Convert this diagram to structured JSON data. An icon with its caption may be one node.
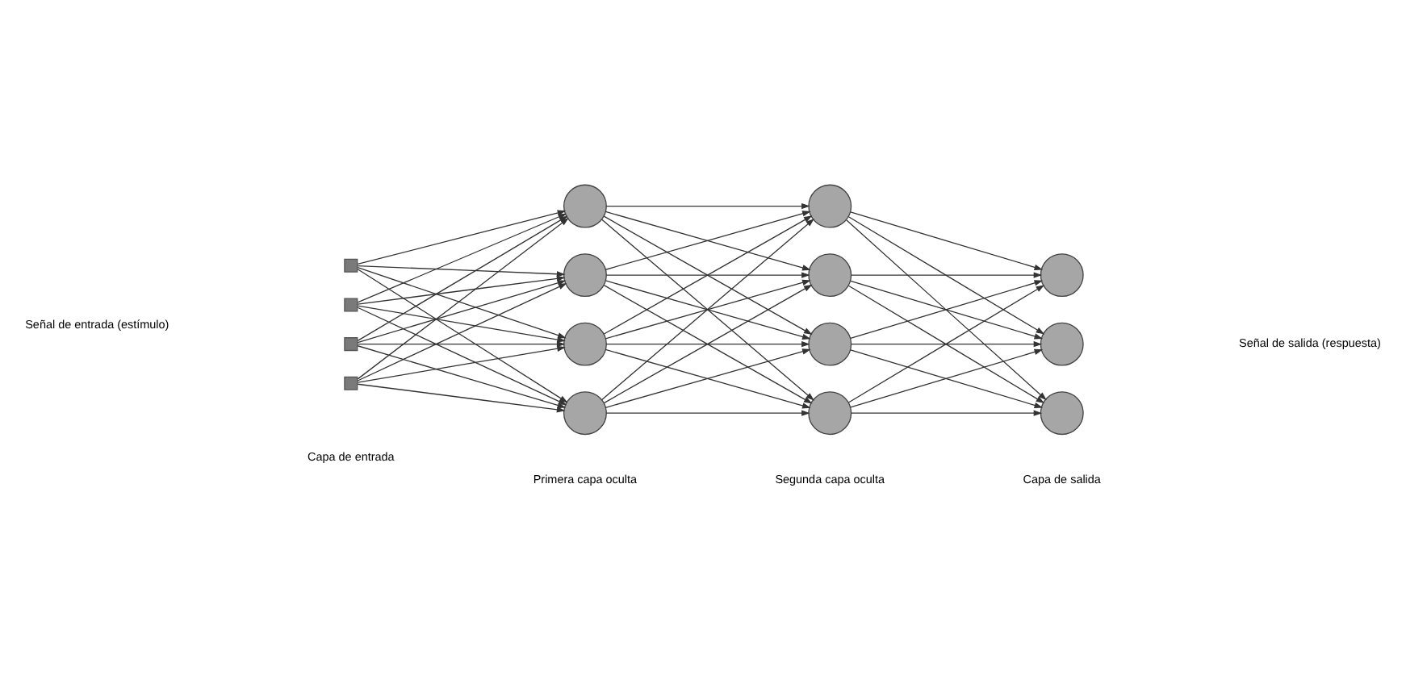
{
  "diagram": {
    "nodes": [
      {
        "text": [],
        "shape": "box"
      },
      {
        "text": [],
        "shape": "box"
      },
      {
        "text": [],
        "shape": "box"
      },
      {
        "text": [],
        "shape": "box"
      },
      {
        "text": [],
        "shape": "circle"
      },
      {
        "text": [],
        "shape": "circle"
      },
      {
        "text": [],
        "shape": "circle"
      },
      {
        "text": [],
        "shape": "circle"
      },
      {
        "text": [],
        "shape": "circle"
      },
      {
        "text": [],
        "shape": "circle"
      },
      {
        "text": [],
        "shape": "circle"
      },
      {
        "text": [],
        "shape": "circle"
      },
      {
        "text": [],
        "shape": "circle"
      },
      {
        "text": [],
        "shape": "circle"
      },
      {
        "text": [],
        "shape": "circle"
      }
    ],
    "edges": [
      {
        "from": 0,
        "to": 4,
        "arrow": "to"
      },
      {
        "from": 0,
        "to": 5,
        "arrow": "to"
      },
      {
        "from": 0,
        "to": 6,
        "arrow": "to"
      },
      {
        "from": 0,
        "to": 7,
        "arrow": "to"
      },
      {
        "from": 1,
        "to": 4,
        "arrow": "to"
      },
      {
        "from": 1,
        "to": 5,
        "arrow": "to"
      },
      {
        "from": 1,
        "to": 6,
        "arrow": "to"
      },
      {
        "from": 1,
        "to": 7,
        "arrow": "to"
      },
      {
        "from": 2,
        "to": 4,
        "arrow": "to"
      },
      {
        "from": 2,
        "to": 5,
        "arrow": "to"
      },
      {
        "from": 2,
        "to": 6,
        "arrow": "to"
      },
      {
        "from": 2,
        "to": 7,
        "arrow": "to"
      },
      {
        "from": 3,
        "to": 4,
        "arrow": "to"
      },
      {
        "from": 3,
        "to": 5,
        "arrow": "to"
      },
      {
        "from": 3,
        "to": 6,
        "arrow": "to"
      },
      {
        "from": 3,
        "to": 7,
        "arrow": "to"
      },
      {
        "from": 4,
        "to": 8,
        "arrow": "to"
      },
      {
        "from": 4,
        "to": 9,
        "arrow": "to"
      },
      {
        "from": 4,
        "to": 10,
        "arrow": "to"
      },
      {
        "from": 4,
        "to": 11,
        "arrow": "to"
      },
      {
        "from": 5,
        "to": 8,
        "arrow": "to"
      },
      {
        "from": 5,
        "to": 9,
        "arrow": "to"
      },
      {
        "from": 5,
        "to": 10,
        "arrow": "to"
      },
      {
        "from": 5,
        "to": 11,
        "arrow": "to"
      },
      {
        "from": 6,
        "to": 8,
        "arrow": "to"
      },
      {
        "from": 6,
        "to": 9,
        "arrow": "to"
      },
      {
        "from": 6,
        "to": 10,
        "arrow": "to"
      },
      {
        "from": 6,
        "to": 11,
        "arrow": "to"
      },
      {
        "from": 7,
        "to": 8,
        "arrow": "to"
      },
      {
        "from": 7,
        "to": 9,
        "arrow": "to"
      },
      {
        "from": 7,
        "to": 10,
        "arrow": "to"
      },
      {
        "from": 7,
        "to": 11,
        "arrow": "to"
      },
      {
        "from": 8,
        "to": 12,
        "arrow": "to"
      },
      {
        "from": 8,
        "to": 13,
        "arrow": "to"
      },
      {
        "from": 8,
        "to": 14,
        "arrow": "to"
      },
      {
        "from": 9,
        "to": 12,
        "arrow": "to"
      },
      {
        "from": 9,
        "to": 13,
        "arrow": "to"
      },
      {
        "from": 9,
        "to": 14,
        "arrow": "to"
      },
      {
        "from": 10,
        "to": 12,
        "arrow": "to"
      },
      {
        "from": 10,
        "to": 13,
        "arrow": "to"
      },
      {
        "from": 10,
        "to": 14,
        "arrow": "to"
      },
      {
        "from": 11,
        "to": 12,
        "arrow": "to"
      },
      {
        "from": 11,
        "to": 13,
        "arrow": "to"
      },
      {
        "from": 11,
        "to": 14,
        "arrow": "to"
      }
    ],
    "labels": [
      "Señal de entrada (estímulo)",
      "Señal de salida (respuesta)",
      "Capa de entrada",
      "Primera capa oculta",
      "Segunda capa oculta",
      "Capa de salida"
    ]
  }
}
